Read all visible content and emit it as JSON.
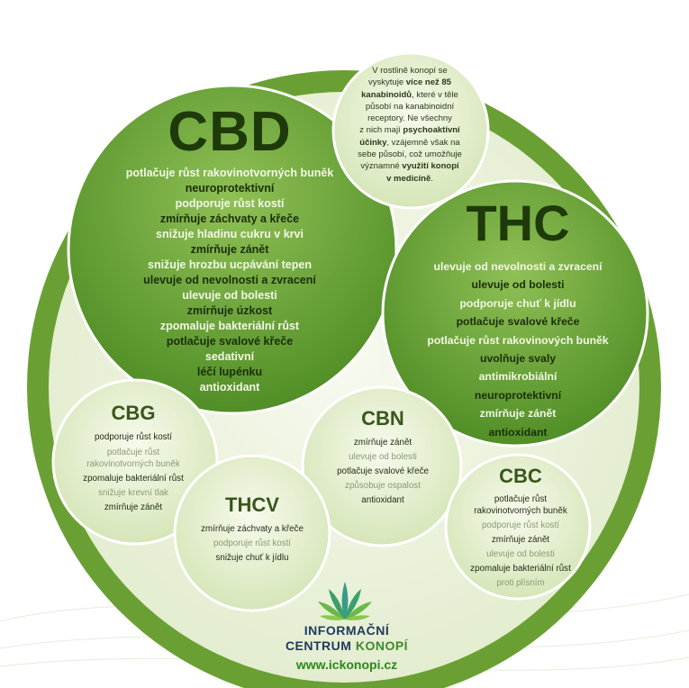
{
  "arc_title": "Jak působí šest základních kanabinoidů na lidský organismus",
  "intro": {
    "lines": [
      {
        "parts": [
          {
            "t": "V rostlině konopí se",
            "b": false
          }
        ]
      },
      {
        "parts": [
          {
            "t": "vyskytuje ",
            "b": false
          },
          {
            "t": "více než 85",
            "b": true
          }
        ]
      },
      {
        "parts": [
          {
            "t": "kanabinoidů",
            "b": true
          },
          {
            "t": ", které v těle",
            "b": false
          }
        ]
      },
      {
        "parts": [
          {
            "t": "působí na kanabinoidní",
            "b": false
          }
        ]
      },
      {
        "parts": [
          {
            "t": "receptory. Ne všechny",
            "b": false
          }
        ]
      },
      {
        "parts": [
          {
            "t": "z nich mají ",
            "b": false
          },
          {
            "t": "psychoaktivní",
            "b": true
          }
        ]
      },
      {
        "parts": [
          {
            "t": "účinky",
            "b": true
          },
          {
            "t": ", vzájemně však na",
            "b": false
          }
        ]
      },
      {
        "parts": [
          {
            "t": "sebe působí, což umožňuje",
            "b": false
          }
        ]
      },
      {
        "parts": [
          {
            "t": "významné ",
            "b": false
          },
          {
            "t": "využití konopí",
            "b": true
          }
        ]
      },
      {
        "parts": [
          {
            "t": "v medicíně",
            "b": true
          },
          {
            "t": ".",
            "b": false
          }
        ]
      }
    ]
  },
  "cbd": {
    "title": "CBD",
    "items": [
      {
        "text": "potlačuje růst rakovinotvorných buněk",
        "tone": "light"
      },
      {
        "text": "neuroprotektivní",
        "tone": "dark"
      },
      {
        "text": "podporuje růst kostí",
        "tone": "light"
      },
      {
        "text": "zmírňuje záchvaty a křeče",
        "tone": "dark"
      },
      {
        "text": "snižuje hladinu cukru v krvi",
        "tone": "light"
      },
      {
        "text": "zmírňuje zánět",
        "tone": "dark"
      },
      {
        "text": "snižuje hrozbu ucpávání tepen",
        "tone": "light"
      },
      {
        "text": "ulevuje od nevolnosti a zvracení",
        "tone": "dark"
      },
      {
        "text": "ulevuje od bolesti",
        "tone": "light"
      },
      {
        "text": "zmírňuje úzkost",
        "tone": "dark"
      },
      {
        "text": "zpomaluje bakteriální růst",
        "tone": "light"
      },
      {
        "text": "potlačuje svalové křeče",
        "tone": "dark"
      },
      {
        "text": "sedativní",
        "tone": "light"
      },
      {
        "text": "léčí lupénku",
        "tone": "dark"
      },
      {
        "text": "antioxidant",
        "tone": "light"
      }
    ]
  },
  "thc": {
    "title": "THC",
    "items": [
      {
        "text": "ulevuje od nevolnosti a zvracení",
        "tone": "light"
      },
      {
        "text": "ulevuje od bolesti",
        "tone": "dark"
      },
      {
        "text": "podporuje chuť k jídlu",
        "tone": "light"
      },
      {
        "text": "potlačuje svalové křeče",
        "tone": "dark"
      },
      {
        "text": "potlačuje růst rakovinových buněk",
        "tone": "light"
      },
      {
        "text": "uvolňuje svaly",
        "tone": "dark"
      },
      {
        "text": "antimikrobiální",
        "tone": "light"
      },
      {
        "text": "neuroprotektivní",
        "tone": "dark"
      },
      {
        "text": "zmírňuje zánět",
        "tone": "light"
      },
      {
        "text": "antioxidant",
        "tone": "dark"
      }
    ]
  },
  "cbg": {
    "title": "CBG",
    "items": [
      {
        "text": "podporuje růst kostí",
        "tone": "sdark"
      },
      {
        "text": "potlačuje růst\nrakovinotvorných buněk",
        "tone": "slight"
      },
      {
        "text": "zpomaluje bakteriální růst",
        "tone": "sdark"
      },
      {
        "text": "snižuje krevní tlak",
        "tone": "slight"
      },
      {
        "text": "zmírňuje zánět",
        "tone": "sdark"
      }
    ]
  },
  "thcv": {
    "title": "THCV",
    "items": [
      {
        "text": "zmírňuje záchvaty a křeče",
        "tone": "sdark"
      },
      {
        "text": "podporuje růst kostí",
        "tone": "slight"
      },
      {
        "text": "snižuje chuť k jídlu",
        "tone": "sdark"
      }
    ]
  },
  "cbn": {
    "title": "CBN",
    "items": [
      {
        "text": "zmírňuje zánět",
        "tone": "sdark"
      },
      {
        "text": "ulevuje od bolesti",
        "tone": "slight"
      },
      {
        "text": "potlačuje svalové křeče",
        "tone": "sdark"
      },
      {
        "text": "způsobuje ospalost",
        "tone": "slight"
      },
      {
        "text": "antioxidant",
        "tone": "sdark"
      }
    ]
  },
  "cbc": {
    "title": "CBC",
    "items": [
      {
        "text": "potlačuje růst\nrakovinotvorných buněk",
        "tone": "sdark"
      },
      {
        "text": "podporuje růst kostí",
        "tone": "slight"
      },
      {
        "text": "zmírňuje zánět",
        "tone": "sdark"
      },
      {
        "text": "ulevuje od bolesti",
        "tone": "slight"
      },
      {
        "text": "zpomaluje bakteriální růst",
        "tone": "sdark"
      },
      {
        "text": "proti plísním",
        "tone": "slight"
      }
    ]
  },
  "logo": {
    "line1": "INFORMAČNÍ",
    "line2a": "CENTRUM ",
    "line2b": "KONOPÍ",
    "url": "www.ickonopi.cz"
  },
  "colors": {
    "ring": "#6aa033",
    "big_circle": "#6fa63a",
    "small_circle": "#e4efcd",
    "title_dark": "#1f3a0a"
  }
}
